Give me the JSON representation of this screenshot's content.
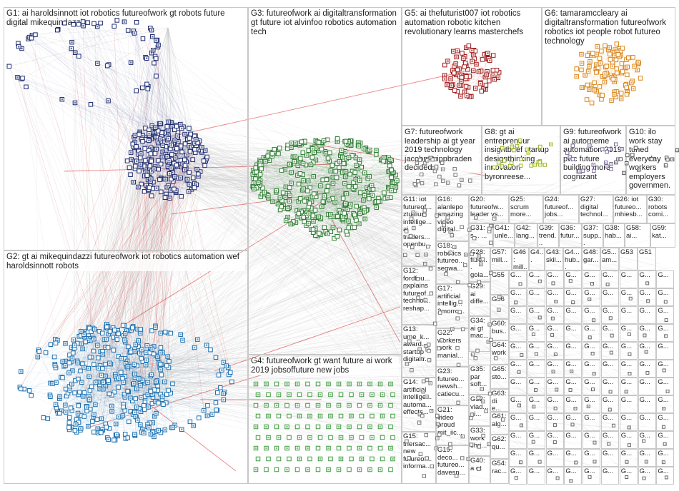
{
  "graph": {
    "groups": [
      {
        "id": "G1",
        "text": "G1: ai haroldsinnott iot robotics futureofwork gt robots future digital mikequindazzi",
        "color": "#1c2a6e"
      },
      {
        "id": "G2",
        "text": "G2: gt ai mikequindazzi futureofwork iot robotics automation wef haroldsinnott robots",
        "color": "#1a6fb0"
      },
      {
        "id": "G3",
        "text": "G3: futureofwork ai digitaltransformation gt future iot alvinfoo robotics automation tech",
        "color": "#2e7d32"
      },
      {
        "id": "G4",
        "text": "G4: futureofwork gt want future ai work 2019 jobsoffuture new jobs",
        "color": "#3a9a3a"
      },
      {
        "id": "G5",
        "text": "G5: ai thefuturist007 iot robotics automation robotic kitchen revolutionary learns masterchefs",
        "color": "#a01818"
      },
      {
        "id": "G6",
        "text": "G6: tamaramccleary ai digitaltransformation futureofwork robotics iot people robot futureo technology",
        "color": "#d9861a"
      },
      {
        "id": "G7",
        "text": "G7: futureofwork leadership ai gt year 2019 technology jacobm trippbraden decided",
        "color": "#7a7a7a"
      },
      {
        "id": "G8",
        "text": "G8: gt ai entrepreneur insightbrief startup designthinking innovation byronreese...",
        "color": "#9ab81a"
      },
      {
        "id": "G9",
        "text": "G9: futureofwork ai autorneme automation 2019 pwc future building more cognizant",
        "color": "#7a6a9a"
      },
      {
        "id": "G10",
        "text": "G10: ilo work stay tuned everyday workers employers governmen...",
        "color": "#555555"
      },
      {
        "id": "G11",
        "text": "G11: iot futureof... ztudium intellige... ai traders... openbu...",
        "color": "#555555"
      },
      {
        "id": "G16",
        "text": "G16: alanlepo amazing video digital...",
        "color": "#555555"
      },
      {
        "id": "G20",
        "text": "G20: futureofw... leader vs...",
        "color": "#555555"
      },
      {
        "id": "G25",
        "text": "G25: scrum more...",
        "color": "#555555"
      },
      {
        "id": "G24",
        "text": "G24: futureof... jobs...",
        "color": "#555555"
      },
      {
        "id": "G27",
        "text": "G27: digital technol...",
        "color": "#555555"
      },
      {
        "id": "G26",
        "text": "G26: iot futureo... mhiesb...",
        "color": "#555555"
      },
      {
        "id": "G30",
        "text": "G30: robots comi...",
        "color": "#555555"
      },
      {
        "id": "G31",
        "text": "G31: s... ...",
        "color": "#555555"
      },
      {
        "id": "G41",
        "text": "G41: unle...",
        "color": "#555555"
      },
      {
        "id": "G42",
        "text": "G42: lang...",
        "color": "#555555"
      },
      {
        "id": "G39",
        "text": "G39: trend...",
        "color": "#555555"
      },
      {
        "id": "G36",
        "text": "G36: futur...",
        "color": "#555555"
      },
      {
        "id": "G37",
        "text": "G37: supp...",
        "color": "#555555"
      },
      {
        "id": "G38",
        "text": "G38: hab...",
        "color": "#555555"
      },
      {
        "id": "G58",
        "text": "G58: ai...",
        "color": "#555555"
      },
      {
        "id": "G59",
        "text": "G59: kat...",
        "color": "#555555"
      },
      {
        "id": "G18",
        "text": "G18: robotics futureo... segwa...",
        "color": "#555555"
      },
      {
        "id": "G12",
        "text": "G12: fordfou... explains futureof... technol... reshap...",
        "color": "#555555"
      },
      {
        "id": "G28",
        "text": "G28: freel... gola...",
        "color": "#555555"
      },
      {
        "id": "G57",
        "text": "G57: mill...",
        "color": "#555555"
      },
      {
        "id": "G46",
        "text": "G46: mill...",
        "color": "#555555"
      },
      {
        "id": "G4x",
        "text": "G4...",
        "color": "#555555"
      },
      {
        "id": "G43",
        "text": "G43: skil...",
        "color": "#555555"
      },
      {
        "id": "G4y",
        "text": "G4... hub...",
        "color": "#555555"
      },
      {
        "id": "G48",
        "text": "G48: gar...",
        "color": "#555555"
      },
      {
        "id": "G5x",
        "text": "G5... am...",
        "color": "#555555"
      },
      {
        "id": "G53",
        "text": "G53",
        "color": "#555555"
      },
      {
        "id": "G51",
        "text": "G51",
        "color": "#555555"
      },
      {
        "id": "G17",
        "text": "G17: artificial intellig... 2morro...",
        "color": "#555555"
      },
      {
        "id": "G29",
        "text": "G29: ai diffe...",
        "color": "#555555"
      },
      {
        "id": "G55",
        "text": "G55",
        "color": "#555555"
      },
      {
        "id": "G56",
        "text": "G56",
        "color": "#555555"
      },
      {
        "id": "G13",
        "text": "G13: ume_k... award... startup digitaltr...",
        "color": "#555555"
      },
      {
        "id": "G22",
        "text": "G22: workers work manial...",
        "color": "#555555"
      },
      {
        "id": "G34",
        "text": "G34: ai gt mac...",
        "color": "#555555"
      },
      {
        "id": "G60",
        "text": "G60: bus...",
        "color": "#555555"
      },
      {
        "id": "G64",
        "text": "G64: work",
        "color": "#555555"
      },
      {
        "id": "G14",
        "text": "G14: artificial intellige... automa... effects...",
        "color": "#555555"
      },
      {
        "id": "G23",
        "text": "G23: futureo... newsh... catiecu...",
        "color": "#555555"
      },
      {
        "id": "G35",
        "text": "G35: par soft...",
        "color": "#555555"
      },
      {
        "id": "G65",
        "text": "G65: sto...",
        "color": "#555555"
      },
      {
        "id": "G32",
        "text": "G32: vlad... ai...",
        "color": "#555555"
      },
      {
        "id": "G63",
        "text": "G63: di e...",
        "color": "#555555"
      },
      {
        "id": "G21",
        "text": "G21: video proud mit_iic...",
        "color": "#555555"
      },
      {
        "id": "G61",
        "text": "G61: alg...",
        "color": "#555555"
      },
      {
        "id": "G33",
        "text": "G33: work chri...",
        "color": "#555555"
      },
      {
        "id": "G62",
        "text": "G62: qu...",
        "color": "#555555"
      },
      {
        "id": "G15",
        "text": "G15: thersac... new futureof... informa...",
        "color": "#555555"
      },
      {
        "id": "G19",
        "text": "G19: deco... futureo... davesn...",
        "color": "#555555"
      },
      {
        "id": "G40",
        "text": "G40: a et",
        "color": "#555555"
      },
      {
        "id": "G54",
        "text": "G54: rac...",
        "color": "#555555"
      }
    ],
    "small_labels": [
      "G...",
      "G...",
      "G...",
      "G...",
      "G...",
      "G...",
      "G...",
      "G...",
      "G...",
      "G...",
      "G...",
      "G...",
      "G...",
      "G...",
      "G...",
      "G...",
      "G...",
      "G...",
      "G...",
      "G...",
      "G...",
      "G...",
      "G...",
      "G...",
      "G...",
      "G...",
      "G...",
      "G...",
      "G...",
      "G...",
      "G...",
      "G...",
      "G...",
      "G...",
      "G...",
      "G...",
      "G...",
      "G...",
      "G...",
      "G...",
      "G...",
      "G...",
      "G...",
      "G...",
      "G...",
      "G...",
      "G...",
      "G..."
    ],
    "edge_color": "#c4c4c4",
    "highlight_edge_color": "#d62222"
  }
}
